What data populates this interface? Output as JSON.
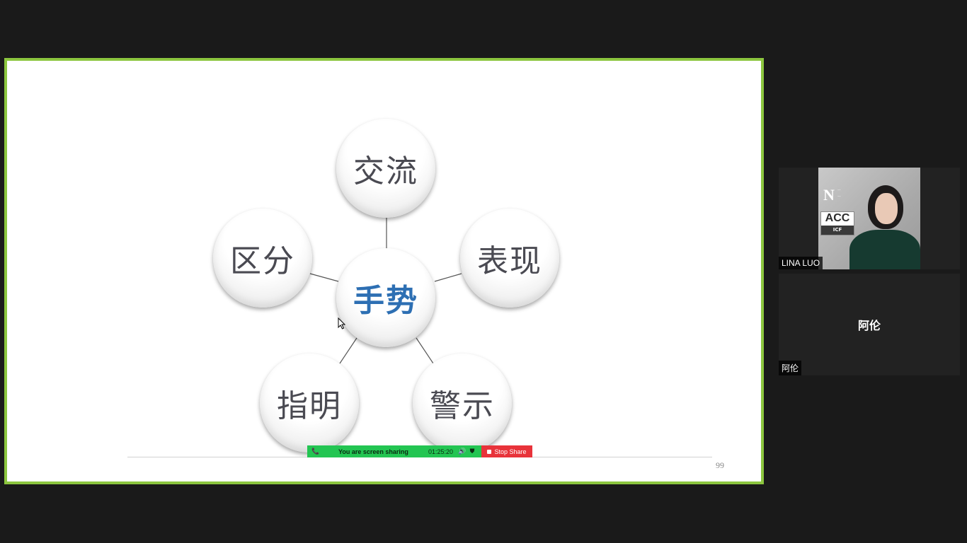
{
  "slide": {
    "center": "手势",
    "nodes": {
      "top": "交流",
      "left": "区分",
      "right": "表现",
      "bottom_left": "指明",
      "bottom_right": "警示"
    },
    "page_number": "99"
  },
  "share_toolbar": {
    "status_text": "You are screen sharing",
    "timer": "01:25:20",
    "stop_label": "Stop Share"
  },
  "participants": [
    {
      "name": "LINA LUO",
      "logo_text": "ACC",
      "logo_sub": "ICF"
    },
    {
      "name": "阿伦",
      "display_name": "阿伦"
    }
  ],
  "colors": {
    "share_border": "#8cc63f",
    "center_text": "#2d6fb3",
    "share_bar_green": "#23c552",
    "stop_red": "#e8333a"
  }
}
